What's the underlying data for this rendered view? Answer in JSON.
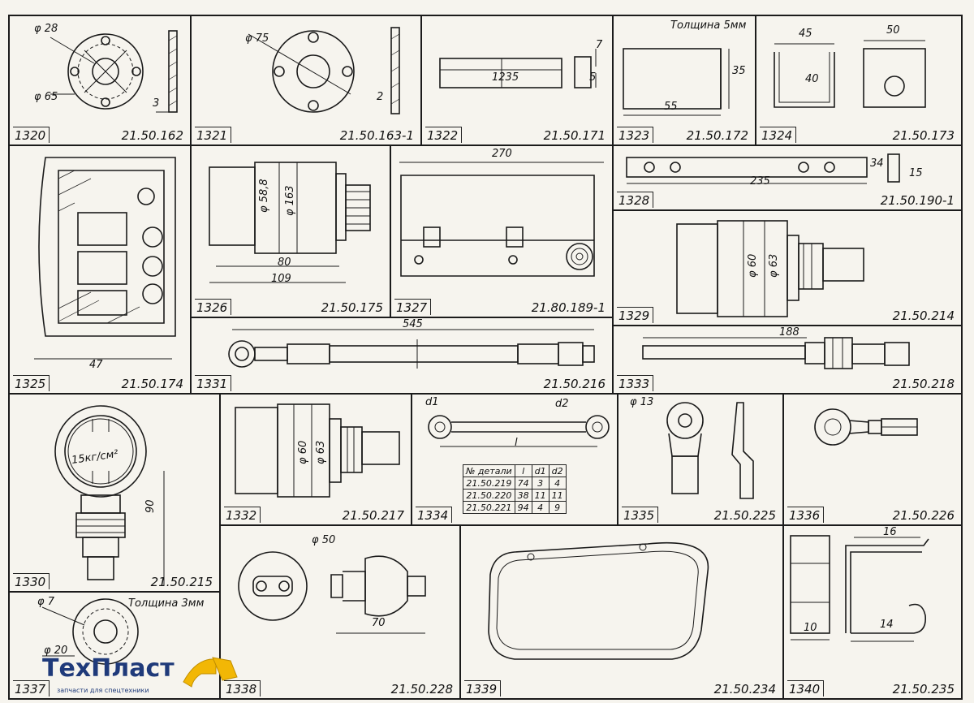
{
  "cells": [
    {
      "id": "c1320",
      "number": "1320",
      "code": "21.50.162",
      "dims": [
        "φ 28",
        "φ 65",
        "3"
      ]
    },
    {
      "id": "c1321",
      "number": "1321",
      "code": "21.50.163-1",
      "dims": [
        "φ 75",
        "2"
      ]
    },
    {
      "id": "c1322",
      "number": "1322",
      "code": "21.50.171",
      "dims": [
        "1235",
        "7",
        "5"
      ]
    },
    {
      "id": "c1323",
      "number": "1323",
      "code": "21.50.172",
      "dims": [
        "55",
        "35"
      ],
      "note": "Толщина 5мм"
    },
    {
      "id": "c1324",
      "number": "1324",
      "code": "21.50.173",
      "dims": [
        "45",
        "40",
        "50"
      ]
    },
    {
      "id": "c1325",
      "number": "1325",
      "code": "21.50.174",
      "dims": [
        "47"
      ]
    },
    {
      "id": "c1326",
      "number": "1326",
      "code": "21.50.175",
      "dims": [
        "φ 58,8",
        "φ 163",
        "80",
        "109"
      ]
    },
    {
      "id": "c1327",
      "number": "1327",
      "code": "21.80.189-1",
      "dims": [
        "270"
      ]
    },
    {
      "id": "c1328",
      "number": "1328",
      "code": "21.50.190-1",
      "dims": [
        "235",
        "34",
        "15"
      ]
    },
    {
      "id": "c1329",
      "number": "1329",
      "code": "21.50.214",
      "dims": [
        "φ 60",
        "φ 63"
      ]
    },
    {
      "id": "c1331",
      "number": "1331",
      "code": "21.50.216",
      "dims": [
        "545"
      ]
    },
    {
      "id": "c1333",
      "number": "1333",
      "code": "21.50.218",
      "dims": [
        "188"
      ]
    },
    {
      "id": "c1330",
      "number": "1330",
      "code": "21.50.215",
      "dims": [
        "15кг/см²",
        "90"
      ]
    },
    {
      "id": "c1332",
      "number": "1332",
      "code": "21.50.217",
      "dims": [
        "φ 60",
        "φ 63"
      ]
    },
    {
      "id": "c1334",
      "number": "1334",
      "code": "",
      "dims": [
        "d1",
        "d2",
        "l"
      ]
    },
    {
      "id": "c1335",
      "number": "1335",
      "code": "21.50.225",
      "dims": [
        "φ 13"
      ]
    },
    {
      "id": "c1336",
      "number": "1336",
      "code": "21.50.226",
      "dims": []
    },
    {
      "id": "c1337",
      "number": "1337",
      "code": "",
      "dims": [
        "φ 7",
        "φ 20"
      ],
      "note": "Толщина 3мм"
    },
    {
      "id": "c1338",
      "number": "1338",
      "code": "21.50.228",
      "dims": [
        "φ 50",
        "70"
      ]
    },
    {
      "id": "c1339",
      "number": "1339",
      "code": "21.50.234",
      "dims": []
    },
    {
      "id": "c1340",
      "number": "1340",
      "code": "21.50.235",
      "dims": [
        "16",
        "10",
        "14"
      ]
    }
  ],
  "spec_table": {
    "headers": [
      "№ детали",
      "l",
      "d1",
      "d2"
    ],
    "rows": [
      [
        "21.50.219",
        "74",
        "3",
        "4"
      ],
      [
        "21.50.220",
        "38",
        "11",
        "11"
      ],
      [
        "21.50.221",
        "94",
        "4",
        "9"
      ]
    ]
  },
  "logo": {
    "brand": "ТехПласт",
    "tagline": "запчасти для спецтехники",
    "colors": {
      "text": "#1f3a7a",
      "accent": "#f2b705"
    }
  }
}
